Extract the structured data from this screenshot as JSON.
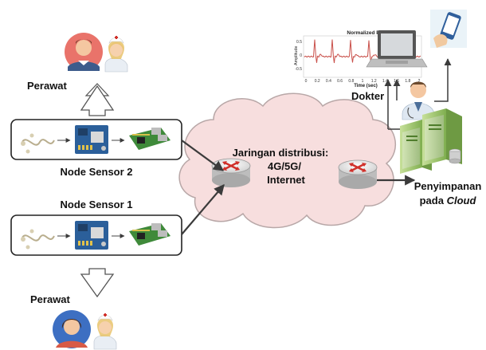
{
  "labels": {
    "perawat_top": "Perawat",
    "perawat_bottom": "Perawat",
    "node_sensor_2": "Node Sensor 2",
    "node_sensor_1": "Node Sensor 1",
    "dokter": "Dokter",
    "cloud_line1": "Jaringan distribusi:",
    "cloud_line2": "4G/5G/",
    "cloud_line3": "Internet",
    "storage_line1": "Penyimpanan",
    "storage_line2_prefix": "pada ",
    "storage_line2_italic": "Cloud"
  },
  "plot": {
    "title": "Normalized P",
    "ylabel": "Amplitude",
    "xlabel": "Time (sec)",
    "xticks": [
      "0",
      "0.2",
      "0.4",
      "0.6",
      "0.8",
      "1",
      "1.2",
      "1.4",
      "1.6",
      "1.8",
      "2"
    ],
    "yticks": [
      "0.5",
      "0",
      "-0.5"
    ]
  },
  "colors": {
    "cloud_fill": "#f7dede",
    "cloud_stroke": "#b8a7a7",
    "arrow_gray": "#4a4a4a",
    "router_arrow": "#d0302a",
    "signal": "#c9504a",
    "board_blue": "#2b5f9a",
    "board_green": "#3f8a3a",
    "avatar_male_bg": "#e9736a",
    "avatar_female_bg": "#3d6fc2",
    "server_green": "#9bc36a"
  }
}
